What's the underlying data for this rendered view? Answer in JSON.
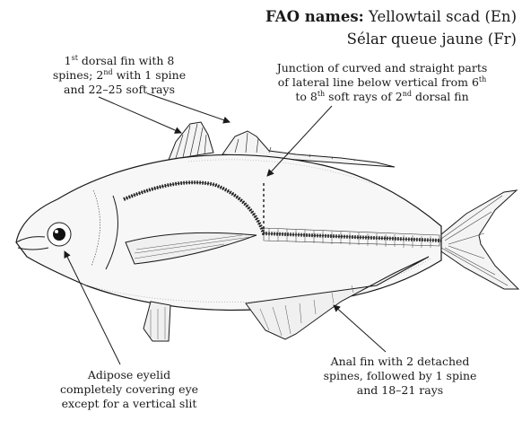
{
  "header": {
    "label": "FAO names:",
    "name_en": "Yellowtail scad (En)",
    "name_fr": "Sélar queue jaune (Fr)"
  },
  "annotations": {
    "dorsal": {
      "l1a": "1",
      "l1sup": "st",
      "l1b": " dorsal fin with 8",
      "l2a": "spines; 2",
      "l2sup": "nd",
      "l2b": " with 1 spine",
      "l3": "and 22–25 soft rays"
    },
    "lateral_line": {
      "l1": "Junction of curved and straight parts",
      "l2a": "of lateral line below vertical from 6",
      "l2sup": "th",
      "l3a": "to 8",
      "l3sup": "th",
      "l3b": " soft rays of 2",
      "l3sup2": "nd",
      "l3c": " dorsal fin"
    },
    "adipose_eyelid": {
      "l1": "Adipose eyelid",
      "l2": "completely covering eye",
      "l3": "except for a vertical slit"
    },
    "anal_fin": {
      "l1": "Anal fin with 2 detached",
      "l2": "spines, followed by 1 spine",
      "l3": "and 18–21 rays"
    }
  }
}
